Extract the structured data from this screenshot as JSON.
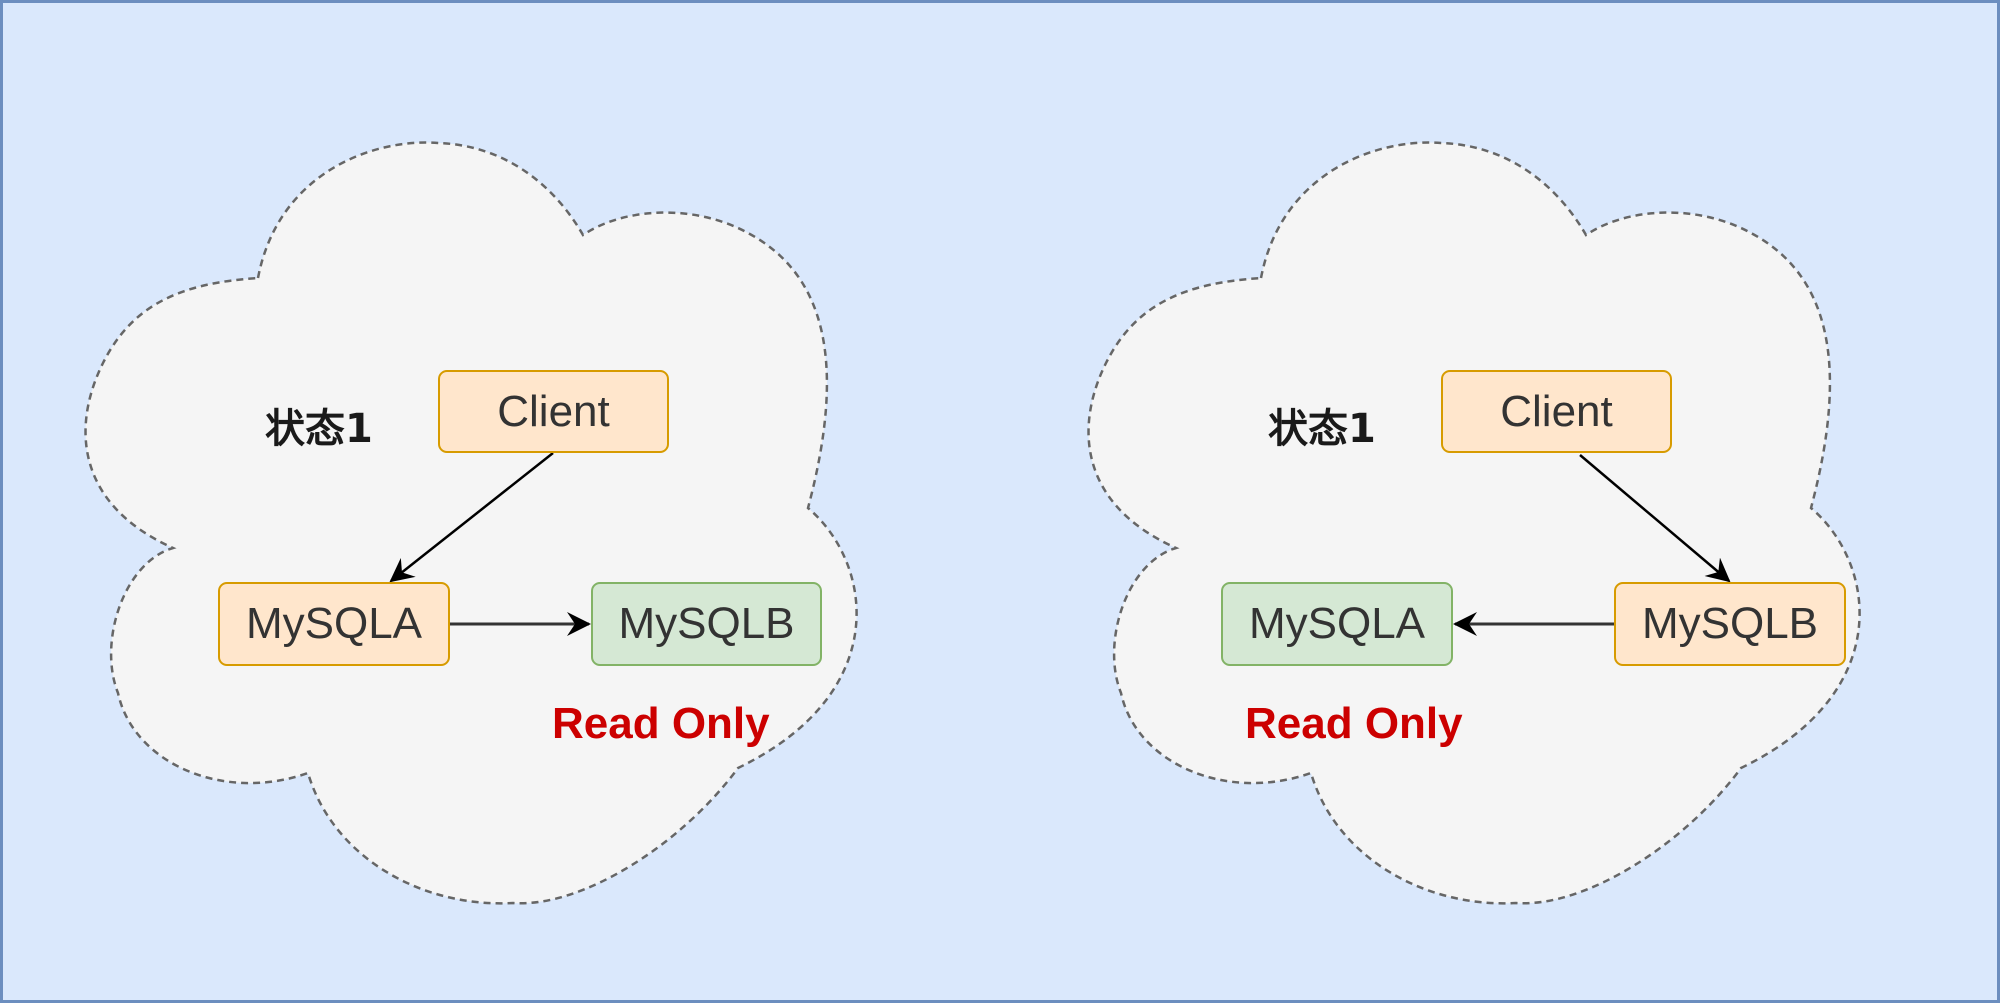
{
  "colors": {
    "canvas": "#dae8fc",
    "canvas_border": "#6c8ebf",
    "cloud_fill": "#f5f5f5",
    "cloud_stroke": "#666666",
    "orange_fill": "#ffe6cc",
    "orange_stroke": "#d79b00",
    "green_fill": "#d5e8d4",
    "green_stroke": "#82b366",
    "readonly": "#cc0000"
  },
  "left_panel": {
    "state_label": "状态1",
    "client": "Client",
    "node_a": "MySQLA",
    "node_b": "MySQLB",
    "readonly_label": "Read Only"
  },
  "right_panel": {
    "state_label": "状态1",
    "client": "Client",
    "node_a": "MySQLA",
    "node_b": "MySQLB",
    "readonly_label": "Read Only"
  }
}
